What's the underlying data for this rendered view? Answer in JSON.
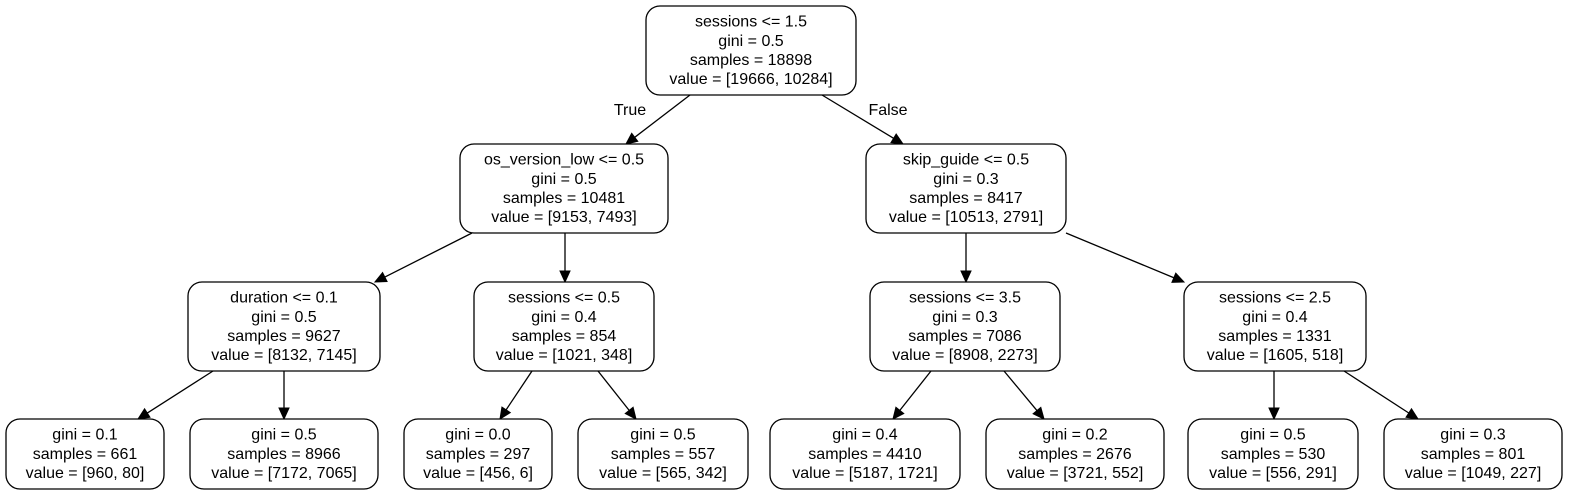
{
  "tree": {
    "nodes": [
      {
        "id": "n0",
        "lines": [
          "sessions <= 1.5",
          "gini = 0.5",
          "samples = 18898",
          "value = [19666, 10284]"
        ]
      },
      {
        "id": "n1",
        "lines": [
          "os_version_low <= 0.5",
          "gini = 0.5",
          "samples = 10481",
          "value = [9153, 7493]"
        ]
      },
      {
        "id": "n2",
        "lines": [
          "skip_guide <= 0.5",
          "gini = 0.3",
          "samples = 8417",
          "value = [10513, 2791]"
        ]
      },
      {
        "id": "n3",
        "lines": [
          "duration <= 0.1",
          "gini = 0.5",
          "samples = 9627",
          "value = [8132, 7145]"
        ]
      },
      {
        "id": "n4",
        "lines": [
          "sessions <= 0.5",
          "gini = 0.4",
          "samples = 854",
          "value = [1021, 348]"
        ]
      },
      {
        "id": "n5",
        "lines": [
          "sessions <= 3.5",
          "gini = 0.3",
          "samples = 7086",
          "value = [8908, 2273]"
        ]
      },
      {
        "id": "n6",
        "lines": [
          "sessions <= 2.5",
          "gini = 0.4",
          "samples = 1331",
          "value = [1605, 518]"
        ]
      },
      {
        "id": "n7",
        "lines": [
          "gini = 0.1",
          "samples = 661",
          "value = [960, 80]"
        ]
      },
      {
        "id": "n8",
        "lines": [
          "gini = 0.5",
          "samples = 8966",
          "value = [7172, 7065]"
        ]
      },
      {
        "id": "n9",
        "lines": [
          "gini = 0.0",
          "samples = 297",
          "value = [456, 6]"
        ]
      },
      {
        "id": "n10",
        "lines": [
          "gini = 0.5",
          "samples = 557",
          "value = [565, 342]"
        ]
      },
      {
        "id": "n11",
        "lines": [
          "gini = 0.4",
          "samples = 4410",
          "value = [5187, 1721]"
        ]
      },
      {
        "id": "n12",
        "lines": [
          "gini = 0.2",
          "samples = 2676",
          "value = [3721, 552]"
        ]
      },
      {
        "id": "n13",
        "lines": [
          "gini = 0.5",
          "samples = 530",
          "value = [556, 291]"
        ]
      },
      {
        "id": "n14",
        "lines": [
          "gini = 0.3",
          "samples = 801",
          "value = [1049, 227]"
        ]
      }
    ],
    "edges": [
      {
        "from": "n0",
        "to": "n1",
        "label": "True"
      },
      {
        "from": "n0",
        "to": "n2",
        "label": "False"
      },
      {
        "from": "n1",
        "to": "n3"
      },
      {
        "from": "n1",
        "to": "n4"
      },
      {
        "from": "n2",
        "to": "n5"
      },
      {
        "from": "n2",
        "to": "n6"
      },
      {
        "from": "n3",
        "to": "n7"
      },
      {
        "from": "n3",
        "to": "n8"
      },
      {
        "from": "n4",
        "to": "n9"
      },
      {
        "from": "n4",
        "to": "n10"
      },
      {
        "from": "n5",
        "to": "n11"
      },
      {
        "from": "n5",
        "to": "n12"
      },
      {
        "from": "n6",
        "to": "n13"
      },
      {
        "from": "n6",
        "to": "n14"
      }
    ]
  }
}
